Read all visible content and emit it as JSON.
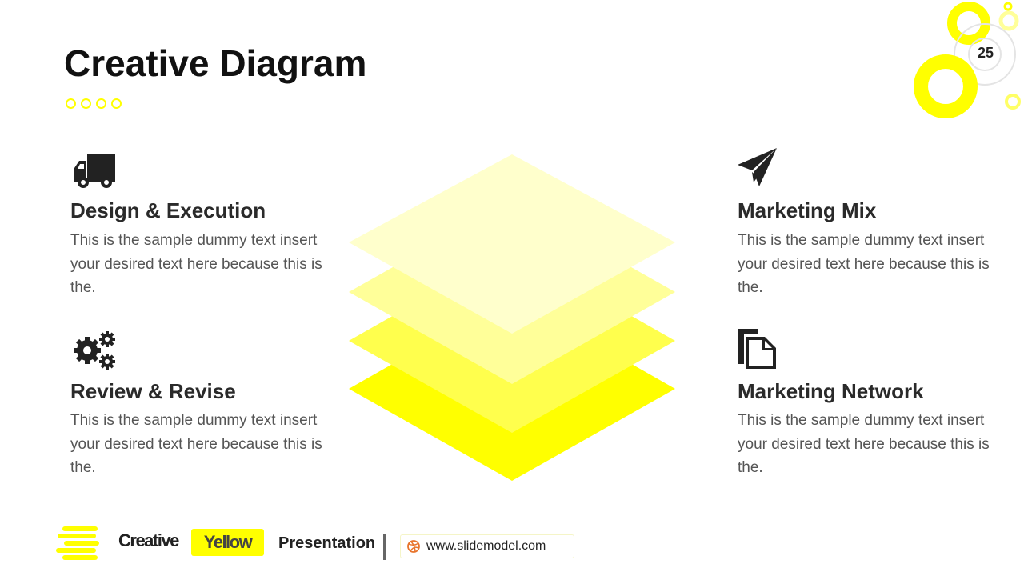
{
  "slide": {
    "title": "Creative Diagram",
    "page_number": "25"
  },
  "items": [
    {
      "heading": "Design & Execution",
      "text": "This is the sample dummy text insert your desired text here because this is the.",
      "icon": "truck-icon"
    },
    {
      "heading": "Review & Revise",
      "text": "This is the sample dummy text insert your desired text here because this is the.",
      "icon": "gears-icon"
    },
    {
      "heading": "Marketing Mix",
      "text": "This is the sample dummy text insert your desired text here because this is the.",
      "icon": "paper-plane-icon"
    },
    {
      "heading": "Marketing Network",
      "text": "This is the sample dummy text insert your desired text here because this is the.",
      "icon": "documents-icon"
    }
  ],
  "diagram": {
    "layer_colors": [
      "#ffff00",
      "#ffff4d",
      "#ffff99",
      "#ffffcc"
    ]
  },
  "footer": {
    "brand_part1": "Creative",
    "brand_part2": "Yellow",
    "presentation": "Presentation",
    "url": "www.slidemodel.com"
  },
  "colors": {
    "accent": "#ffff00",
    "heading": "#2a2a2a",
    "body": "#555555"
  }
}
